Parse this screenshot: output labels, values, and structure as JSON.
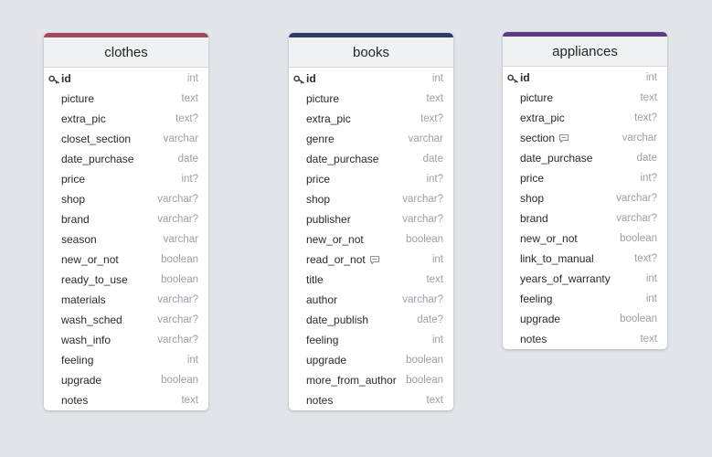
{
  "tables": [
    {
      "name": "clothes",
      "accent": "#a3485d",
      "fields": [
        {
          "name": "id",
          "type": "int",
          "pk": true
        },
        {
          "name": "picture",
          "type": "text"
        },
        {
          "name": "extra_pic",
          "type": "text?"
        },
        {
          "name": "closet_section",
          "type": "varchar"
        },
        {
          "name": "date_purchase",
          "type": "date"
        },
        {
          "name": "price",
          "type": "int?"
        },
        {
          "name": "shop",
          "type": "varchar?"
        },
        {
          "name": "brand",
          "type": "varchar?"
        },
        {
          "name": "season",
          "type": "varchar"
        },
        {
          "name": "new_or_not",
          "type": "boolean"
        },
        {
          "name": "ready_to_use",
          "type": "boolean"
        },
        {
          "name": "materials",
          "type": "varchar?"
        },
        {
          "name": "wash_sched",
          "type": "varchar?"
        },
        {
          "name": "wash_info",
          "type": "varchar?"
        },
        {
          "name": "feeling",
          "type": "int"
        },
        {
          "name": "upgrade",
          "type": "boolean"
        },
        {
          "name": "notes",
          "type": "text"
        }
      ]
    },
    {
      "name": "books",
      "accent": "#2f3a6b",
      "fields": [
        {
          "name": "id",
          "type": "int",
          "pk": true
        },
        {
          "name": "picture",
          "type": "text"
        },
        {
          "name": "extra_pic",
          "type": "text?"
        },
        {
          "name": "genre",
          "type": "varchar"
        },
        {
          "name": "date_purchase",
          "type": "date"
        },
        {
          "name": "price",
          "type": "int?"
        },
        {
          "name": "shop",
          "type": "varchar?"
        },
        {
          "name": "publisher",
          "type": "varchar?"
        },
        {
          "name": "new_or_not",
          "type": "boolean"
        },
        {
          "name": "read_or_not",
          "type": "int",
          "note": true
        },
        {
          "name": "title",
          "type": "text"
        },
        {
          "name": "author",
          "type": "varchar?"
        },
        {
          "name": "date_publish",
          "type": "date?"
        },
        {
          "name": "feeling",
          "type": "int"
        },
        {
          "name": "upgrade",
          "type": "boolean"
        },
        {
          "name": "more_from_author",
          "type": "boolean"
        },
        {
          "name": "notes",
          "type": "text"
        }
      ]
    },
    {
      "name": "appliances",
      "accent": "#5b3a86",
      "fields": [
        {
          "name": "id",
          "type": "int",
          "pk": true
        },
        {
          "name": "picture",
          "type": "text"
        },
        {
          "name": "extra_pic",
          "type": "text?"
        },
        {
          "name": "section",
          "type": "varchar",
          "note": true
        },
        {
          "name": "date_purchase",
          "type": "date"
        },
        {
          "name": "price",
          "type": "int?"
        },
        {
          "name": "shop",
          "type": "varchar?"
        },
        {
          "name": "brand",
          "type": "varchar?"
        },
        {
          "name": "new_or_not",
          "type": "boolean"
        },
        {
          "name": "link_to_manual",
          "type": "text?"
        },
        {
          "name": "years_of_warranty",
          "type": "int"
        },
        {
          "name": "feeling",
          "type": "int"
        },
        {
          "name": "upgrade",
          "type": "boolean"
        },
        {
          "name": "notes",
          "type": "text"
        }
      ]
    }
  ]
}
